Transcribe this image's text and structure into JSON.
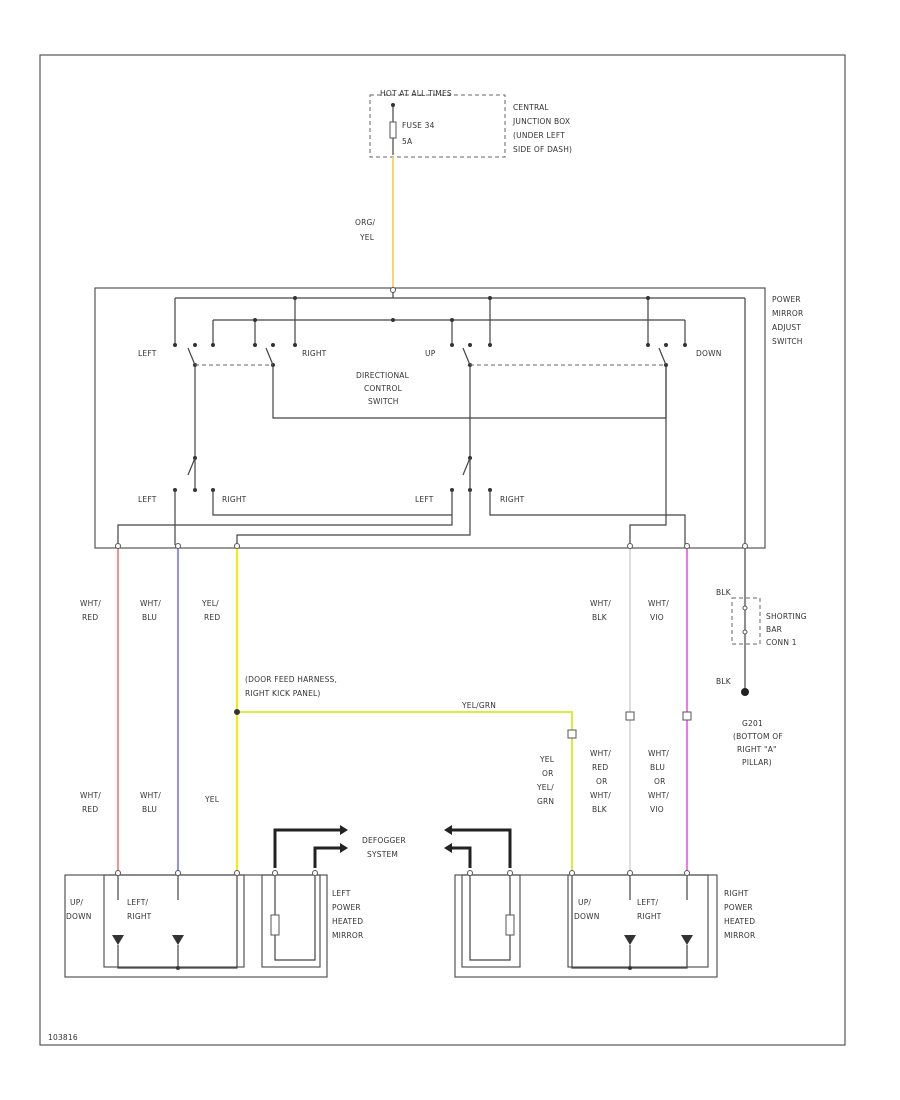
{
  "hot_label": "HOT AT ALL TIMES",
  "fuse_label": [
    "FUSE 34",
    "5A"
  ],
  "junction_box_label": [
    "CENTRAL",
    "JUNCTION BOX",
    "(UNDER LEFT",
    "SIDE OF DASH)"
  ],
  "feed_wire_label": [
    "ORG/",
    "YEL"
  ],
  "power_mirror_switch_label": [
    "POWER",
    "MIRROR",
    "ADJUST",
    "SWITCH"
  ],
  "directional_switch_label": [
    "DIRECTIONAL",
    "CONTROL",
    "SWITCH"
  ],
  "switch_labels": {
    "left": "LEFT",
    "right": "RIGHT",
    "up": "UP",
    "down": "DOWN",
    "lower_left_a": "LEFT",
    "lower_right_a": "RIGHT",
    "lower_left_b": "LEFT",
    "lower_right_b": "RIGHT"
  },
  "wire_labels_upper": {
    "wht_red": [
      "WHT/",
      "RED"
    ],
    "wht_blu": [
      "WHT/",
      "BLU"
    ],
    "yel_red": [
      "YEL/",
      "RED"
    ],
    "wht_blk": [
      "WHT/",
      "BLK"
    ],
    "wht_vio": [
      "WHT/",
      "VIO"
    ],
    "blk_top": "BLK"
  },
  "shorting_bar_label": [
    "SHORTING",
    "BAR",
    "CONN 1"
  ],
  "blk_bottom": "BLK",
  "ground_label": [
    "G201",
    "(BOTTOM OF",
    "RIGHT \"A\"",
    "PILLAR)"
  ],
  "harness_label": [
    "(DOOR FEED HARNESS,",
    "RIGHT KICK PANEL)"
  ],
  "yel_grn_label": "YEL/GRN",
  "right_yel_label": [
    "YEL",
    "OR",
    "YEL/",
    "GRN"
  ],
  "wire_labels_lower": {
    "wht_red": [
      "WHT/",
      "RED"
    ],
    "wht_blu": [
      "WHT/",
      "BLU"
    ],
    "yel": "YEL",
    "right_wht": [
      "WHT/",
      "RED",
      "OR",
      "WHT/",
      "BLK"
    ],
    "right_blu": [
      "WHT/",
      "BLU",
      "OR",
      "WHT/",
      "VIO"
    ]
  },
  "defogger_label": [
    "DEFOGGER",
    "SYSTEM"
  ],
  "left_mirror_label": [
    "LEFT",
    "POWER",
    "HEATED",
    "MIRROR"
  ],
  "right_mirror_label": [
    "RIGHT",
    "POWER",
    "HEATED",
    "MIRROR"
  ],
  "motor_labels": {
    "left_updown": [
      "UP/",
      "DOWN"
    ],
    "left_leftright": [
      "LEFT/",
      "RIGHT"
    ],
    "right_updown": [
      "UP/",
      "DOWN"
    ],
    "right_leftright": [
      "LEFT/",
      "RIGHT"
    ]
  },
  "diagram_code": "103816",
  "wire_colors": {
    "org_yel": "#ffd36b",
    "wht_red": "#ff8f8f",
    "wht_blu": "#8f8fff",
    "yel": "#f0f000",
    "yel_grn": "#d6ef3c",
    "wht_blk": "#dddddd",
    "wht_vio": "#ee77ee",
    "blk": "#444444"
  }
}
